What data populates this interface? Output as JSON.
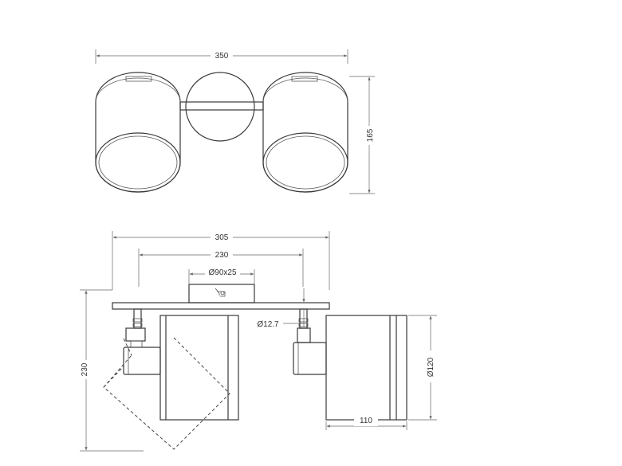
{
  "dimensions": {
    "top_width": "350",
    "top_height": "165",
    "front_total": "305",
    "front_spacing": "230",
    "base_plate": "Ø90x25",
    "arm_diameter": "Ø12.7",
    "overall_height": "230",
    "shade_diameter": "Ø120",
    "shade_depth": "110"
  },
  "colors": {
    "line": "#3a3a3a",
    "dimension": "#666666",
    "background": "#ffffff"
  }
}
